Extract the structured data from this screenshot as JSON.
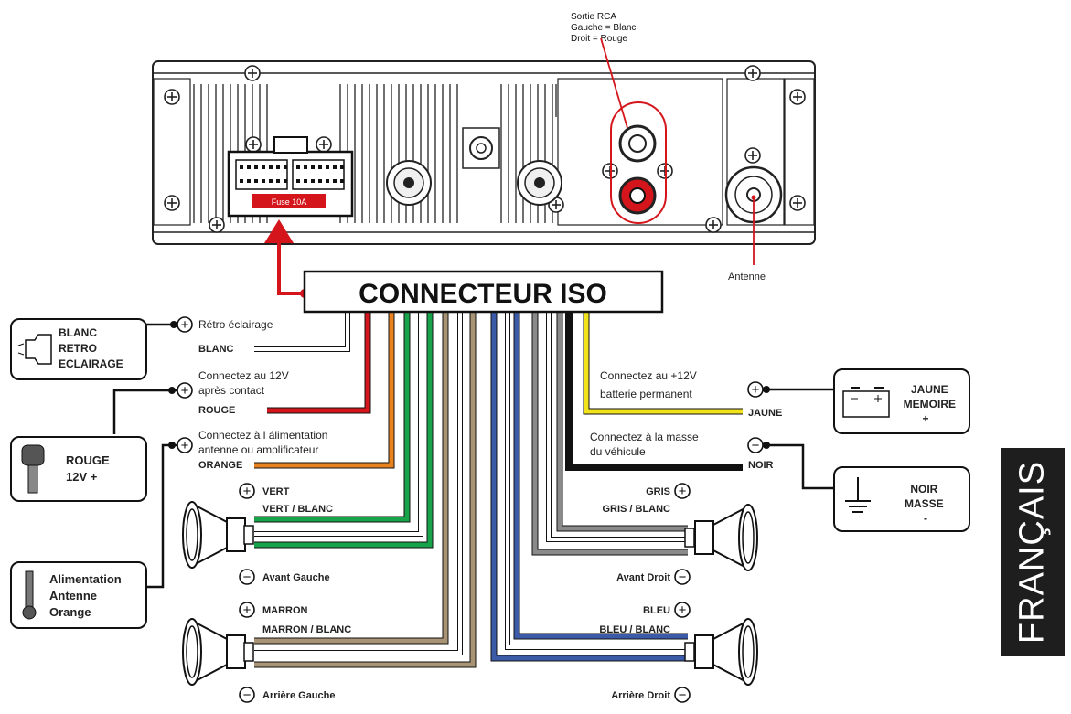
{
  "rca_note": [
    "Sortie RCA",
    "Gauche = Blanc",
    "Droit = Rouge"
  ],
  "fuse_label": "Fuse 10A",
  "antenna_label": "Antenne",
  "iso_connector_label": "CONNECTEUR ISO",
  "language_tab": "FRANÇAIS",
  "left_connections": {
    "retro": {
      "desc": "Rétro éclairage",
      "wire": "BLANC",
      "box": [
        "BLANC",
        "RETRO",
        "ECLAIRAGE"
      ]
    },
    "acc": {
      "desc": [
        "Connectez au 12V",
        "après contact"
      ],
      "wire": "ROUGE",
      "box": [
        "ROUGE",
        "12V +"
      ]
    },
    "amp": {
      "desc": [
        "Connectez à l álimentation",
        "antenne ou amplificateur"
      ],
      "wire": "ORANGE",
      "box": [
        "Alimentation",
        "Antenne",
        "Orange"
      ]
    }
  },
  "right_connections": {
    "memory": {
      "desc": [
        "Connectez  au +12V",
        "batterie permanent"
      ],
      "wire": "JAUNE",
      "box": [
        "JAUNE",
        "MEMOIRE",
        "+"
      ]
    },
    "ground": {
      "desc": [
        "Connectez à la masse",
        "du véhicule"
      ],
      "wire": "NOIR",
      "box": [
        "NOIR",
        "MASSE",
        "-"
      ]
    }
  },
  "speakers": {
    "front_left": {
      "plus": "VERT",
      "minus_wire": "VERT / BLANC",
      "name": "Avant Gauche"
    },
    "rear_left": {
      "plus": "MARRON",
      "minus_wire": "MARRON / BLANC",
      "name": "Arrière Gauche"
    },
    "front_right": {
      "plus": "GRIS",
      "minus_wire": "GRIS / BLANC",
      "name": "Avant Droit"
    },
    "rear_right": {
      "plus": "BLEU",
      "minus_wire": "BLEU / BLANC",
      "name": "Arrière Droit"
    }
  },
  "symbols": {
    "plus": "+",
    "minus": "−"
  },
  "colors": {
    "red": "#d4161c",
    "white_wire": "#bdbdbd",
    "orange": "#e8821f",
    "green": "#17a34a",
    "brown": "#a89374",
    "blue": "#3b5aa8",
    "grey": "#8a8a8a",
    "yellow": "#f2e21c",
    "black": "#111111"
  }
}
